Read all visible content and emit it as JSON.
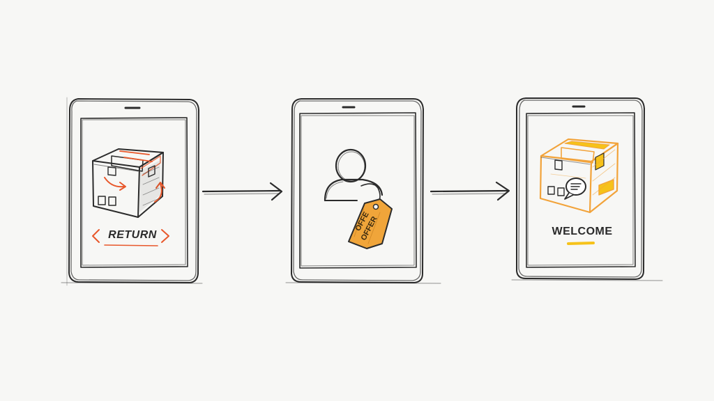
{
  "steps": [
    {
      "id": "return",
      "label": "RETURN"
    },
    {
      "id": "offer",
      "tag_lines": [
        "OFFE",
        "OFFER"
      ]
    },
    {
      "id": "welcome",
      "label": "WELCOME"
    }
  ],
  "colors": {
    "ink": "#2b2b2b",
    "return_accent": "#e8572a",
    "welcome_accent": "#f2a33a",
    "tag_fill": "#f0a53a",
    "highlight": "#f6c21a",
    "paper": "#f7f7f5"
  },
  "icons": [
    "box-icon",
    "person-icon",
    "price-tag-icon",
    "chat-bubble-icon",
    "arrow-right-icon"
  ]
}
